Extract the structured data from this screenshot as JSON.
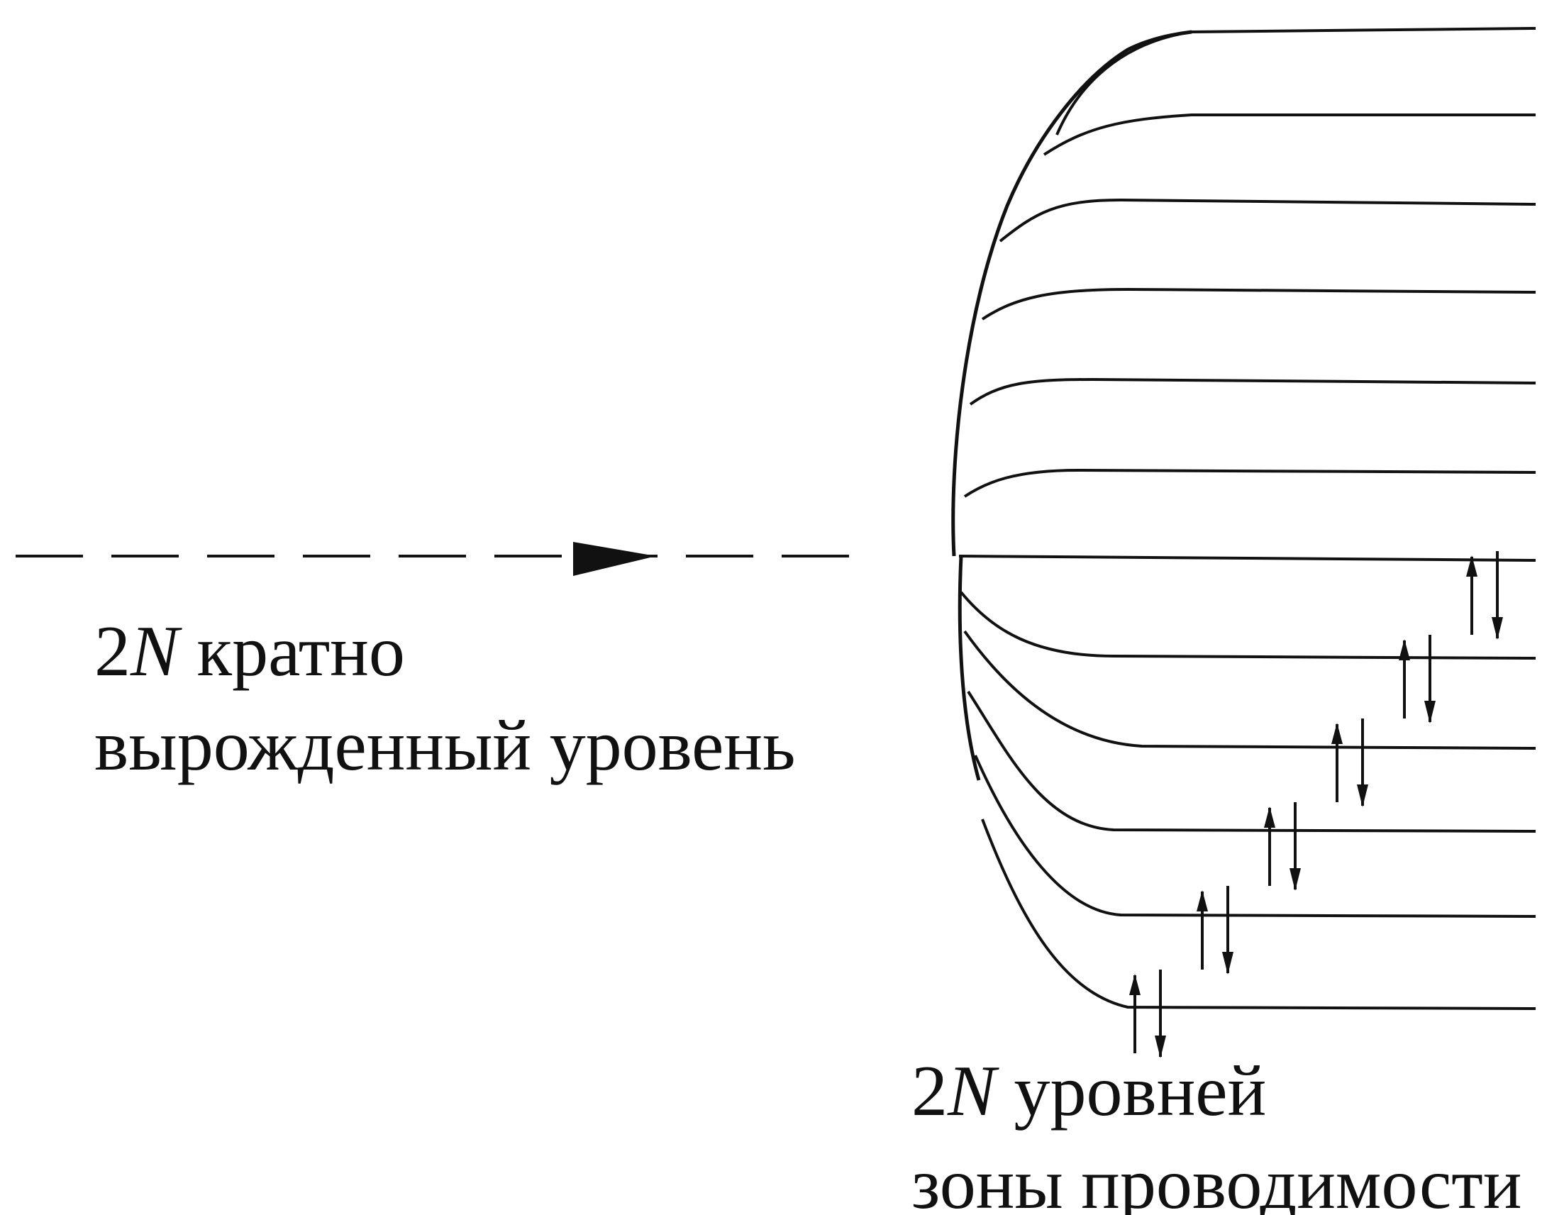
{
  "left_label": {
    "number": "2",
    "symbol": "N",
    "line1_rest": " кратно",
    "line2": "вырожденный уровень"
  },
  "right_label": {
    "number": "2",
    "symbol": "N",
    "line1_rest": " уровней",
    "line2": "зоны проводимости"
  },
  "levels": {
    "count": 12,
    "occupied_levels": 6,
    "electron_pairs": 6
  },
  "colors": {
    "ink": "#111111",
    "background": "#ffffff"
  }
}
